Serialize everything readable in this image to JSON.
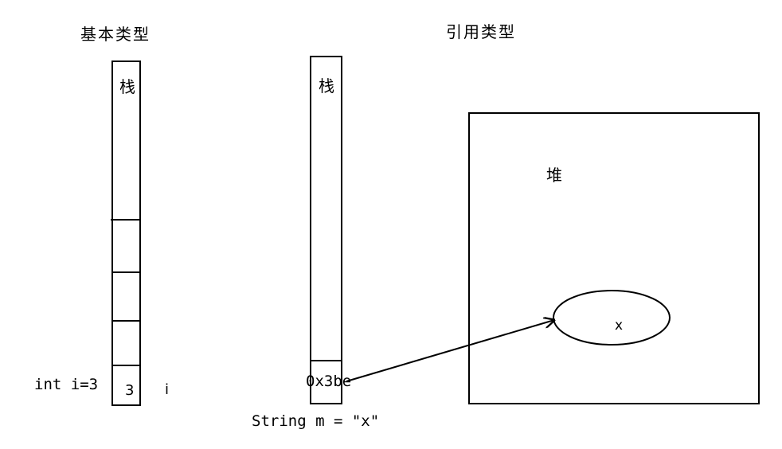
{
  "primitive": {
    "title": "基本类型",
    "stack_label": "栈",
    "declaration": "int i=3",
    "cell_value": "3",
    "var_name": "i"
  },
  "reference": {
    "title": "引用类型",
    "stack_label": "栈",
    "cell_value": "0x3be",
    "declaration": "String m = \"x\"",
    "heap_label": "堆",
    "object_value": "x"
  },
  "colors": {
    "stroke": "#000000",
    "background": "#ffffff"
  }
}
